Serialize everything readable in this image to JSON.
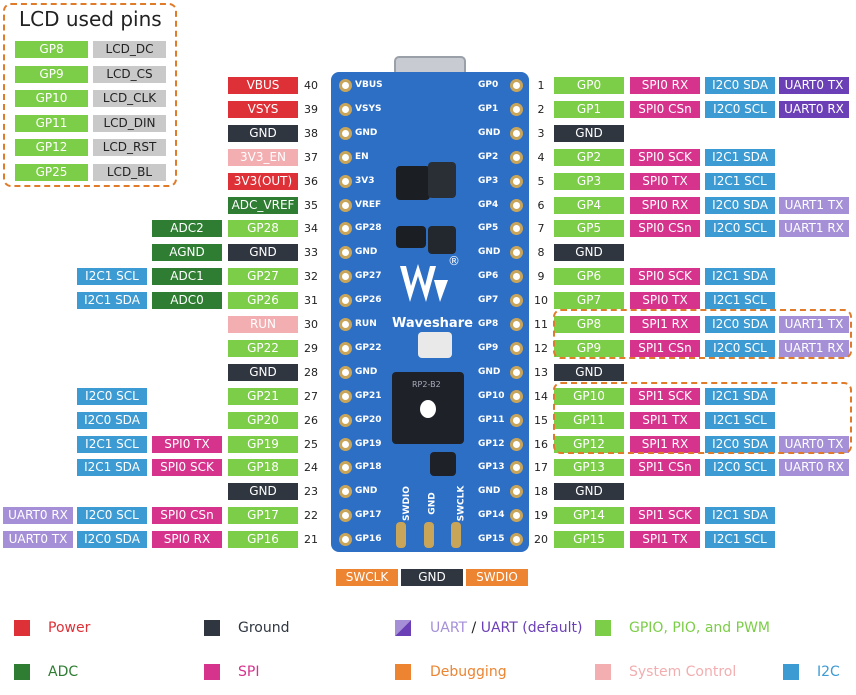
{
  "lcd": {
    "title": "LCD used pins",
    "rows": [
      {
        "gp": "GP8",
        "fn": "LCD_DC"
      },
      {
        "gp": "GP9",
        "fn": "LCD_CS"
      },
      {
        "gp": "GP10",
        "fn": "LCD_CLK"
      },
      {
        "gp": "GP11",
        "fn": "LCD_DIN"
      },
      {
        "gp": "GP12",
        "fn": "LCD_RST"
      },
      {
        "gp": "GP25",
        "fn": "LCD_BL"
      }
    ]
  },
  "left_pins": [
    {
      "num": "40",
      "silk": "VBUS",
      "labels": [
        {
          "t": "VBUS",
          "c": "pw"
        }
      ]
    },
    {
      "num": "39",
      "silk": "VSYS",
      "labels": [
        {
          "t": "VSYS",
          "c": "pw"
        }
      ]
    },
    {
      "num": "38",
      "silk": "GND",
      "labels": [
        {
          "t": "GND",
          "c": "gnd"
        }
      ]
    },
    {
      "num": "37",
      "silk": "EN",
      "labels": [
        {
          "t": "3V3_EN",
          "c": "sys"
        }
      ]
    },
    {
      "num": "36",
      "silk": "3V3",
      "labels": [
        {
          "t": "3V3(OUT)",
          "c": "pw"
        }
      ]
    },
    {
      "num": "35",
      "silk": "VREF",
      "labels": [
        {
          "t": "ADC_VREF",
          "c": "adc"
        }
      ]
    },
    {
      "num": "34",
      "silk": "GP28",
      "labels": [
        {
          "t": "GP28",
          "c": "gp"
        },
        {
          "t": "ADC2",
          "c": "adc"
        }
      ]
    },
    {
      "num": "33",
      "silk": "GND",
      "labels": [
        {
          "t": "GND",
          "c": "gnd"
        },
        {
          "t": "AGND",
          "c": "adc"
        }
      ]
    },
    {
      "num": "32",
      "silk": "GP27",
      "labels": [
        {
          "t": "GP27",
          "c": "gp"
        },
        {
          "t": "ADC1",
          "c": "adc"
        },
        {
          "t": "I2C1 SCL",
          "c": "i2c"
        }
      ]
    },
    {
      "num": "31",
      "silk": "GP26",
      "labels": [
        {
          "t": "GP26",
          "c": "gp"
        },
        {
          "t": "ADC0",
          "c": "adc"
        },
        {
          "t": "I2C1 SDA",
          "c": "i2c"
        }
      ]
    },
    {
      "num": "30",
      "silk": "RUN",
      "labels": [
        {
          "t": "RUN",
          "c": "sys"
        }
      ]
    },
    {
      "num": "29",
      "silk": "GP22",
      "labels": [
        {
          "t": "GP22",
          "c": "gp"
        }
      ]
    },
    {
      "num": "28",
      "silk": "GND",
      "labels": [
        {
          "t": "GND",
          "c": "gnd"
        }
      ]
    },
    {
      "num": "27",
      "silk": "GP21",
      "labels": [
        {
          "t": "GP21",
          "c": "gp"
        },
        {
          "t": "",
          "c": "none"
        },
        {
          "t": "I2C0 SCL",
          "c": "i2c"
        }
      ]
    },
    {
      "num": "26",
      "silk": "GP20",
      "labels": [
        {
          "t": "GP20",
          "c": "gp"
        },
        {
          "t": "",
          "c": "none"
        },
        {
          "t": "I2C0 SDA",
          "c": "i2c"
        }
      ]
    },
    {
      "num": "25",
      "silk": "GP19",
      "labels": [
        {
          "t": "GP19",
          "c": "gp"
        },
        {
          "t": "SPI0 TX",
          "c": "spi"
        },
        {
          "t": "I2C1 SCL",
          "c": "i2c"
        }
      ]
    },
    {
      "num": "24",
      "silk": "GP18",
      "labels": [
        {
          "t": "GP18",
          "c": "gp"
        },
        {
          "t": "SPI0 SCK",
          "c": "spi"
        },
        {
          "t": "I2C1 SDA",
          "c": "i2c"
        }
      ]
    },
    {
      "num": "23",
      "silk": "GND",
      "labels": [
        {
          "t": "GND",
          "c": "gnd"
        }
      ]
    },
    {
      "num": "22",
      "silk": "GP17",
      "labels": [
        {
          "t": "GP17",
          "c": "gp"
        },
        {
          "t": "SPI0 CSn",
          "c": "spi"
        },
        {
          "t": "I2C0 SCL",
          "c": "i2c"
        },
        {
          "t": "UART0 RX",
          "c": "ual"
        }
      ]
    },
    {
      "num": "21",
      "silk": "GP16",
      "labels": [
        {
          "t": "GP16",
          "c": "gp"
        },
        {
          "t": "SPI0 RX",
          "c": "spi"
        },
        {
          "t": "I2C0 SDA",
          "c": "i2c"
        },
        {
          "t": "UART0 TX",
          "c": "ual"
        }
      ]
    }
  ],
  "right_pins": [
    {
      "num": "1",
      "silk": "GP0",
      "labels": [
        {
          "t": "GP0",
          "c": "gp"
        },
        {
          "t": "SPI0 RX",
          "c": "spi"
        },
        {
          "t": "I2C0 SDA",
          "c": "i2c"
        },
        {
          "t": "UART0 TX",
          "c": "ua"
        }
      ]
    },
    {
      "num": "2",
      "silk": "GP1",
      "labels": [
        {
          "t": "GP1",
          "c": "gp"
        },
        {
          "t": "SPI0 CSn",
          "c": "spi"
        },
        {
          "t": "I2C0 SCL",
          "c": "i2c"
        },
        {
          "t": "UART0 RX",
          "c": "ua"
        }
      ]
    },
    {
      "num": "3",
      "silk": "GND",
      "labels": [
        {
          "t": "GND",
          "c": "gnd"
        }
      ]
    },
    {
      "num": "4",
      "silk": "GP2",
      "labels": [
        {
          "t": "GP2",
          "c": "gp"
        },
        {
          "t": "SPI0 SCK",
          "c": "spi"
        },
        {
          "t": "I2C1 SDA",
          "c": "i2c"
        }
      ]
    },
    {
      "num": "5",
      "silk": "GP3",
      "labels": [
        {
          "t": "GP3",
          "c": "gp"
        },
        {
          "t": "SPI0 TX",
          "c": "spi"
        },
        {
          "t": "I2C1 SCL",
          "c": "i2c"
        }
      ]
    },
    {
      "num": "6",
      "silk": "GP4",
      "labels": [
        {
          "t": "GP4",
          "c": "gp"
        },
        {
          "t": "SPI0 RX",
          "c": "spi"
        },
        {
          "t": "I2C0 SDA",
          "c": "i2c"
        },
        {
          "t": "UART1 TX",
          "c": "ual"
        }
      ]
    },
    {
      "num": "7",
      "silk": "GP5",
      "labels": [
        {
          "t": "GP5",
          "c": "gp"
        },
        {
          "t": "SPI0 CSn",
          "c": "spi"
        },
        {
          "t": "I2C0 SCL",
          "c": "i2c"
        },
        {
          "t": "UART1 RX",
          "c": "ual"
        }
      ]
    },
    {
      "num": "8",
      "silk": "GND",
      "labels": [
        {
          "t": "GND",
          "c": "gnd"
        }
      ]
    },
    {
      "num": "9",
      "silk": "GP6",
      "labels": [
        {
          "t": "GP6",
          "c": "gp"
        },
        {
          "t": "SPI0 SCK",
          "c": "spi"
        },
        {
          "t": "I2C1 SDA",
          "c": "i2c"
        }
      ]
    },
    {
      "num": "10",
      "silk": "GP7",
      "labels": [
        {
          "t": "GP7",
          "c": "gp"
        },
        {
          "t": "SPI0 TX",
          "c": "spi"
        },
        {
          "t": "I2C1 SCL",
          "c": "i2c"
        }
      ]
    },
    {
      "num": "11",
      "silk": "GP8",
      "labels": [
        {
          "t": "GP8",
          "c": "gp"
        },
        {
          "t": "SPI1 RX",
          "c": "spi"
        },
        {
          "t": "I2C0 SDA",
          "c": "i2c"
        },
        {
          "t": "UART1 TX",
          "c": "ual"
        }
      ]
    },
    {
      "num": "12",
      "silk": "GP9",
      "labels": [
        {
          "t": "GP9",
          "c": "gp"
        },
        {
          "t": "SPI1 CSn",
          "c": "spi"
        },
        {
          "t": "I2C0 SCL",
          "c": "i2c"
        },
        {
          "t": "UART1 RX",
          "c": "ual"
        }
      ]
    },
    {
      "num": "13",
      "silk": "GND",
      "labels": [
        {
          "t": "GND",
          "c": "gnd"
        }
      ]
    },
    {
      "num": "14",
      "silk": "GP10",
      "labels": [
        {
          "t": "GP10",
          "c": "gp"
        },
        {
          "t": "SPI1 SCK",
          "c": "spi"
        },
        {
          "t": "I2C1 SDA",
          "c": "i2c"
        }
      ]
    },
    {
      "num": "15",
      "silk": "GP11",
      "labels": [
        {
          "t": "GP11",
          "c": "gp"
        },
        {
          "t": "SPI1 TX",
          "c": "spi"
        },
        {
          "t": "I2C1 SCL",
          "c": "i2c"
        }
      ]
    },
    {
      "num": "16",
      "silk": "GP12",
      "labels": [
        {
          "t": "GP12",
          "c": "gp"
        },
        {
          "t": "SPI1 RX",
          "c": "spi"
        },
        {
          "t": "I2C0 SDA",
          "c": "i2c"
        },
        {
          "t": "UART0 TX",
          "c": "ual"
        }
      ]
    },
    {
      "num": "17",
      "silk": "GP13",
      "labels": [
        {
          "t": "GP13",
          "c": "gp"
        },
        {
          "t": "SPI1 CSn",
          "c": "spi"
        },
        {
          "t": "I2C0 SCL",
          "c": "i2c"
        },
        {
          "t": "UART0 RX",
          "c": "ual"
        }
      ]
    },
    {
      "num": "18",
      "silk": "GND",
      "labels": [
        {
          "t": "GND",
          "c": "gnd"
        }
      ]
    },
    {
      "num": "19",
      "silk": "GP14",
      "labels": [
        {
          "t": "GP14",
          "c": "gp"
        },
        {
          "t": "SPI1 SCK",
          "c": "spi"
        },
        {
          "t": "I2C1 SDA",
          "c": "i2c"
        }
      ]
    },
    {
      "num": "20",
      "silk": "GP15",
      "labels": [
        {
          "t": "GP15",
          "c": "gp"
        },
        {
          "t": "SPI1 TX",
          "c": "spi"
        },
        {
          "t": "I2C1 SCL",
          "c": "i2c"
        }
      ]
    }
  ],
  "board": {
    "brand": "Waveshare",
    "chip_text": "RP2-B2",
    "debug_silk": [
      "SWDIO",
      "GND",
      "SWCLK"
    ],
    "registered": "®"
  },
  "debug": [
    {
      "t": "SWCLK",
      "c": "dbg"
    },
    {
      "t": "GND",
      "c": "gnd"
    },
    {
      "t": "SWDIO",
      "c": "dbg"
    }
  ],
  "legend": {
    "power": "Power",
    "ground": "Ground",
    "uart": "UART",
    "uart_sep": "/",
    "uart_default": "UART (default)",
    "gpio": "GPIO, PIO, and PWM",
    "adc": "ADC",
    "spi": "SPI",
    "debugging": "Debugging",
    "system": "System Control",
    "i2c": "I2C"
  },
  "colors": {
    "gpio": "#7ccd47",
    "power": "#dd3037",
    "ground": "#2f3640",
    "system": "#f2aeb0",
    "spi": "#d6338c",
    "i2c": "#3d9bd3",
    "uart_default": "#6b3fb6",
    "uart": "#a590d8",
    "adc": "#2e7d32",
    "debugging": "#ec8431",
    "lcd": "#c9c9c9",
    "board": "#2d6fc4",
    "highlight": "#e07b2a"
  }
}
